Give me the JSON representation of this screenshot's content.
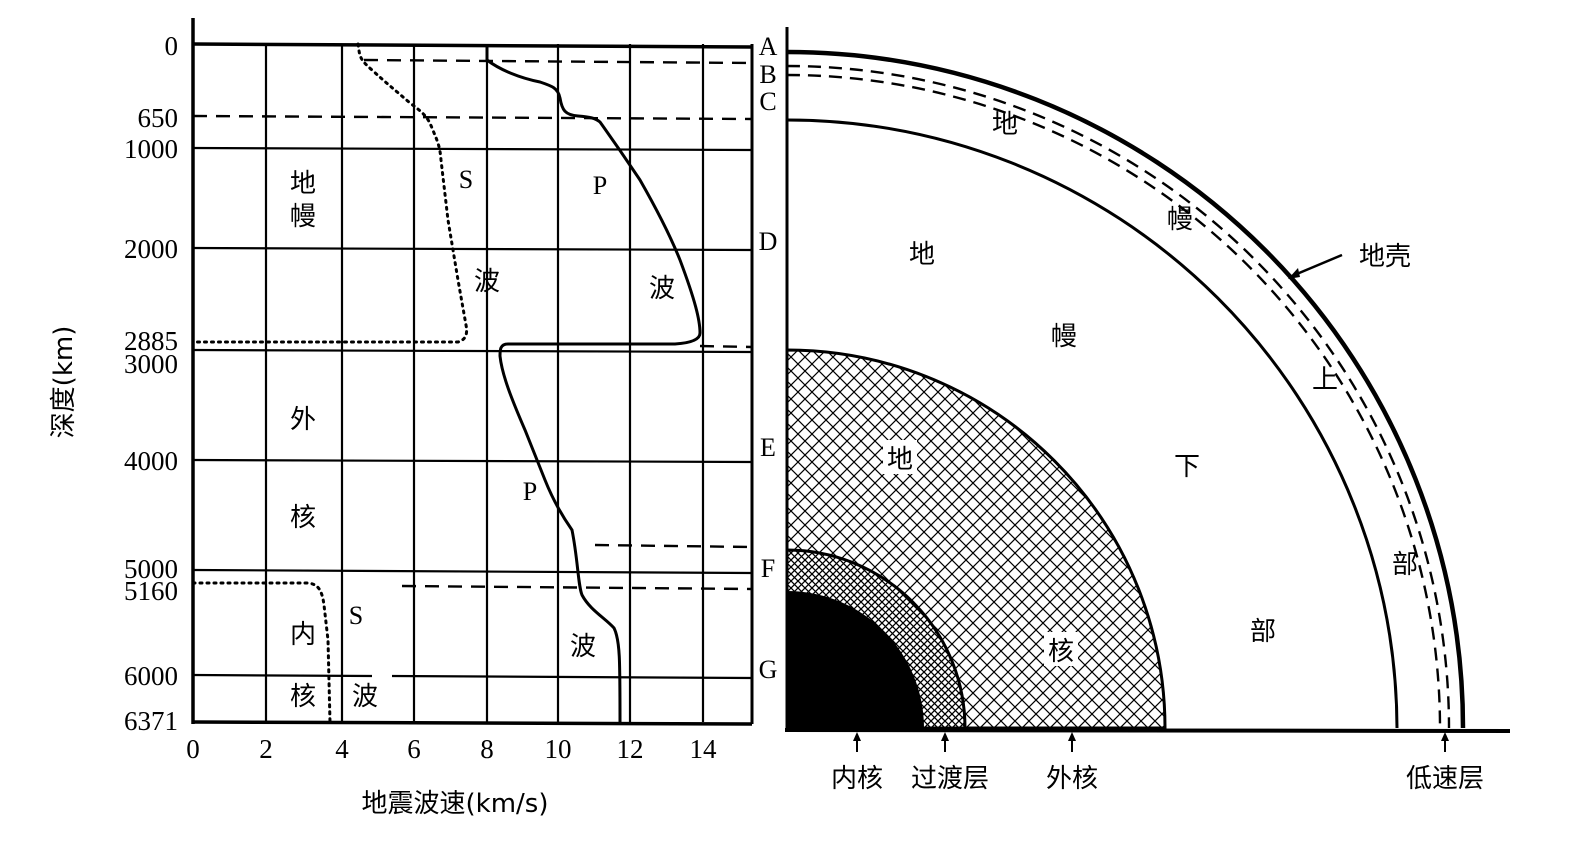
{
  "chart_data": {
    "type": "line",
    "title": "",
    "xlabel": "地震波速(km/s)",
    "ylabel": "深度(km)",
    "xlim": [
      0,
      15
    ],
    "ylim": [
      6371,
      0
    ],
    "x_ticks": [
      "0",
      "2",
      "4",
      "6",
      "8",
      "10",
      "12",
      "14"
    ],
    "y_ticks": [
      "0",
      "650",
      "1000",
      "2000",
      "2885",
      "3000",
      "4000",
      "5000",
      "5160",
      "6000",
      "6371"
    ],
    "grid": true,
    "series": [
      {
        "name": "P波",
        "style": "solid",
        "points": [
          [
            8.0,
            0
          ],
          [
            8.0,
            150
          ],
          [
            9.3,
            380
          ],
          [
            10.0,
            450
          ],
          [
            10.2,
            600
          ],
          [
            10.8,
            650
          ],
          [
            11.5,
            1000
          ],
          [
            12.3,
            1600
          ],
          [
            13.0,
            2200
          ],
          [
            13.6,
            2700
          ],
          [
            13.6,
            2885
          ],
          [
            8.5,
            2900
          ],
          [
            8.3,
            2950
          ],
          [
            8.6,
            3300
          ],
          [
            9.6,
            4000
          ],
          [
            10.3,
            4600
          ],
          [
            10.5,
            5000
          ],
          [
            10.6,
            5160
          ],
          [
            11.3,
            5500
          ],
          [
            11.7,
            5800
          ],
          [
            11.7,
            6371
          ]
        ]
      },
      {
        "name": "S波",
        "style": "dotted",
        "points": [
          [
            4.4,
            0
          ],
          [
            4.6,
            150
          ],
          [
            6.0,
            500
          ],
          [
            6.6,
            700
          ],
          [
            7.0,
            1000
          ],
          [
            7.2,
            1800
          ],
          [
            7.4,
            2500
          ],
          [
            7.5,
            2800
          ],
          [
            7.3,
            2885
          ],
          [
            0,
            2885
          ],
          [
            0,
            5160
          ],
          [
            3.3,
            5160
          ],
          [
            3.6,
            5300
          ],
          [
            3.7,
            5700
          ],
          [
            3.7,
            6371
          ]
        ]
      }
    ],
    "annotations": [
      "S",
      "P",
      "波",
      "地幔",
      "外核",
      "内核",
      "P",
      "S",
      "波"
    ]
  },
  "left_chart": {
    "y_axis_label": "深度(km)",
    "x_axis_label": "地震波速(km/s)",
    "region_labels": {
      "mantle": [
        "地",
        "幔"
      ],
      "outer_core": [
        "外",
        "核"
      ],
      "inner_core": [
        "内",
        "核"
      ]
    },
    "wave_labels": {
      "s_upper": "S",
      "s_upper_char": "波",
      "p_upper": "P",
      "p_upper_char": "波",
      "p_lower": "P",
      "p_lower_char": "波",
      "s_lower": "S",
      "s_lower_char": "波"
    },
    "boundary_letters": [
      "A",
      "B",
      "C",
      "D",
      "E",
      "F",
      "G"
    ]
  },
  "right_diagram": {
    "labels": {
      "upper_mantle": [
        "地",
        "幔",
        "上",
        "部"
      ],
      "lower_mantle": [
        "地",
        "幔",
        "下",
        "部"
      ],
      "outer_core": [
        "地",
        "核"
      ],
      "crust": "地壳"
    },
    "bottom_labels": [
      "内核",
      "过渡层",
      "外核",
      "低速层"
    ]
  }
}
